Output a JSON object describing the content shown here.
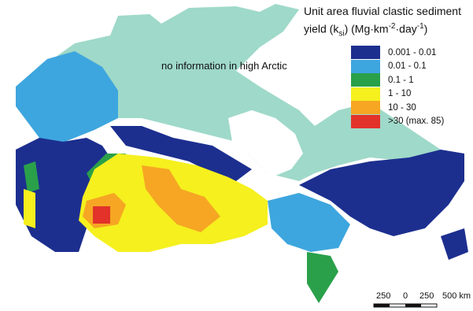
{
  "legend": {
    "title_line1": "Unit area fluvial clastic sediment",
    "title_line2_prefix": "yield (k",
    "title_line2_sub": "si",
    "title_line2_mid": ") (Mg·km",
    "title_line2_sup1": "-2",
    "title_line2_mid2": "·day",
    "title_line2_sup2": "-1",
    "title_line2_end": ")",
    "items": [
      {
        "label": "0.001 - 0.01",
        "color": "#1c2f8f"
      },
      {
        "label": "0.01 - 0.1",
        "color": "#3ea6de"
      },
      {
        "label": "0.1 - 1",
        "color": "#2aa04a"
      },
      {
        "label": "1 - 10",
        "color": "#f5f01e"
      },
      {
        "label": "10 - 30",
        "color": "#f6a623"
      },
      {
        "label": ">30 (max. 85)",
        "color": "#e2322a"
      }
    ]
  },
  "note": "no information in high Arctic",
  "scale": {
    "labels": [
      "250",
      "0",
      "250",
      "500 km"
    ]
  },
  "colors": {
    "arctic": "#9fd9c9",
    "water": "#ffffff"
  }
}
